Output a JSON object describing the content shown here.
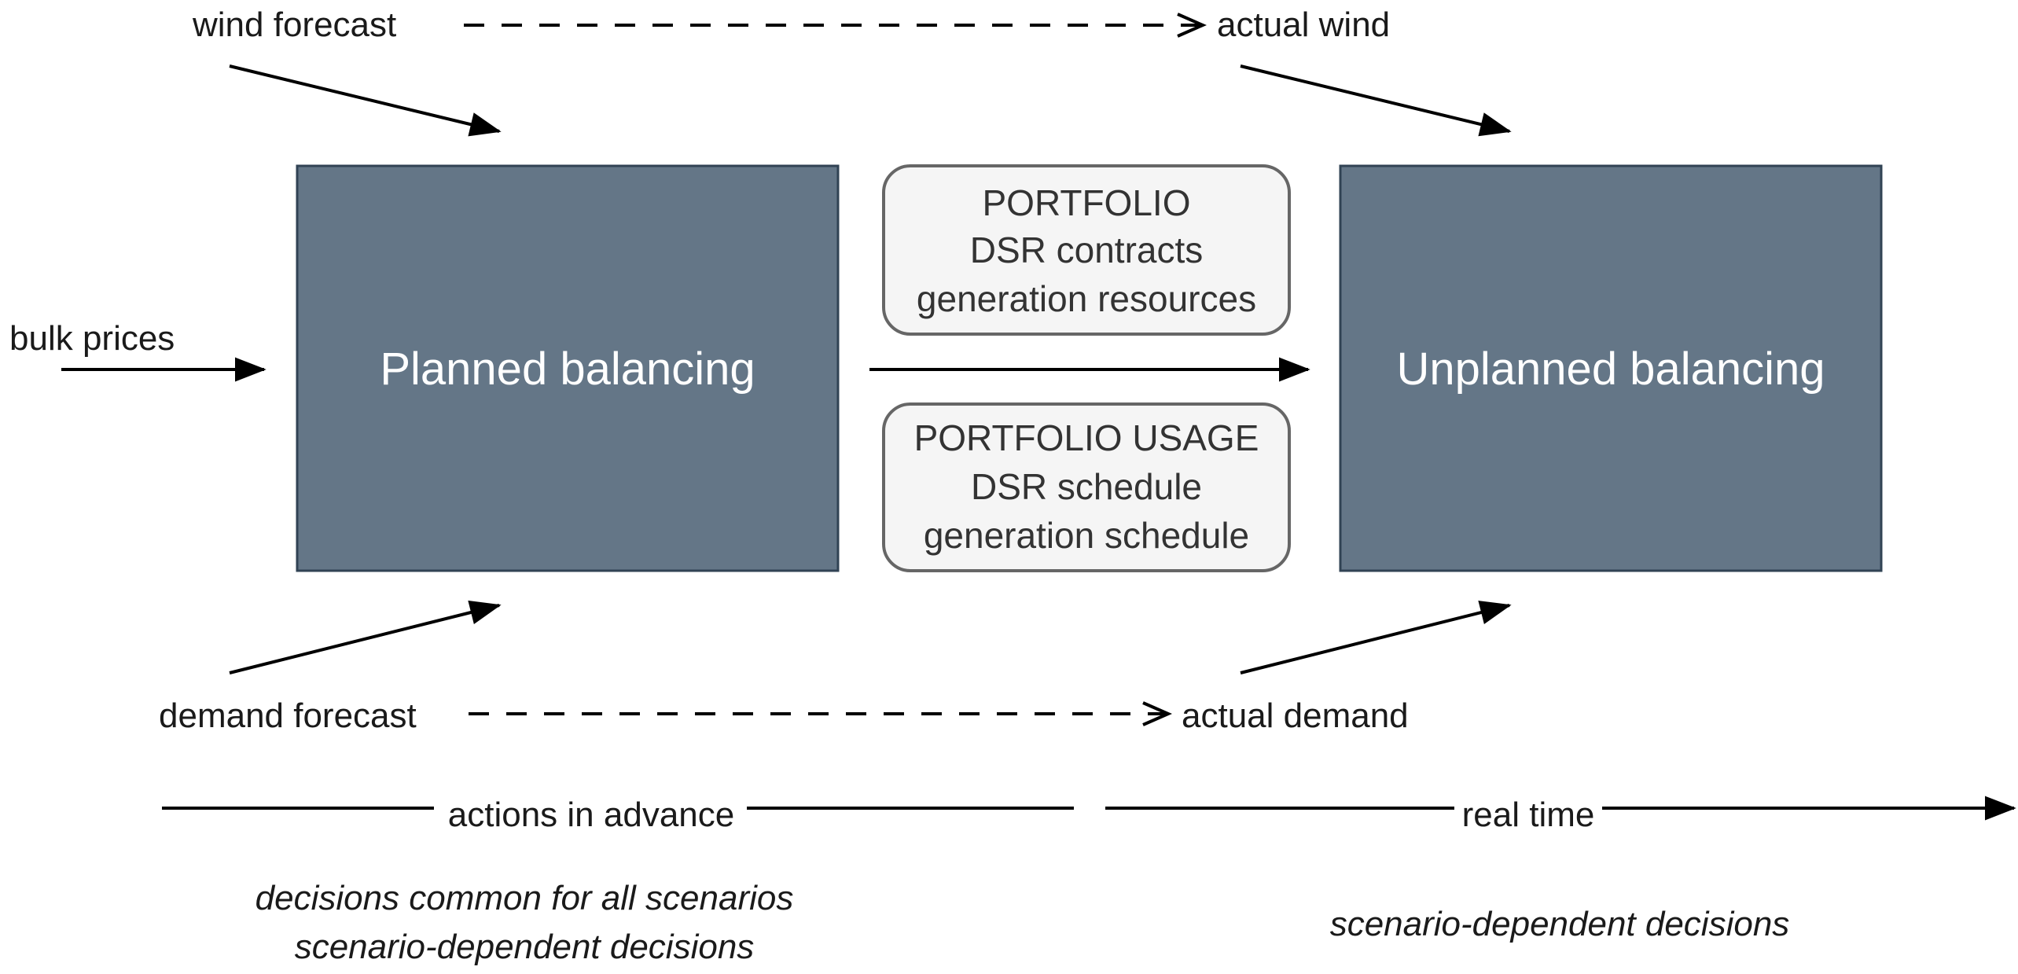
{
  "inputs": {
    "wind_forecast": "wind forecast",
    "actual_wind": "actual wind",
    "bulk_prices": "bulk prices",
    "demand_forecast": "demand forecast",
    "actual_demand": "actual demand"
  },
  "boxes": {
    "planned": "Planned balancing",
    "unplanned": "Unplanned balancing"
  },
  "portfolio": {
    "lines": [
      "PORTFOLIO",
      "DSR contracts",
      "generation resources"
    ]
  },
  "portfolio_usage": {
    "lines": [
      "PORTFOLIO USAGE",
      "DSR schedule",
      "generation schedule"
    ]
  },
  "timeline": {
    "advance_label": "actions in advance",
    "realtime_label": "real time"
  },
  "notes": {
    "advance": [
      "decisions common for all scenarios",
      "scenario-dependent decisions"
    ],
    "realtime": "scenario-dependent decisions"
  },
  "colors": {
    "box_fill": "#647687",
    "box_stroke": "#314354",
    "panel_fill": "#f5f5f5",
    "panel_stroke": "#666666"
  }
}
